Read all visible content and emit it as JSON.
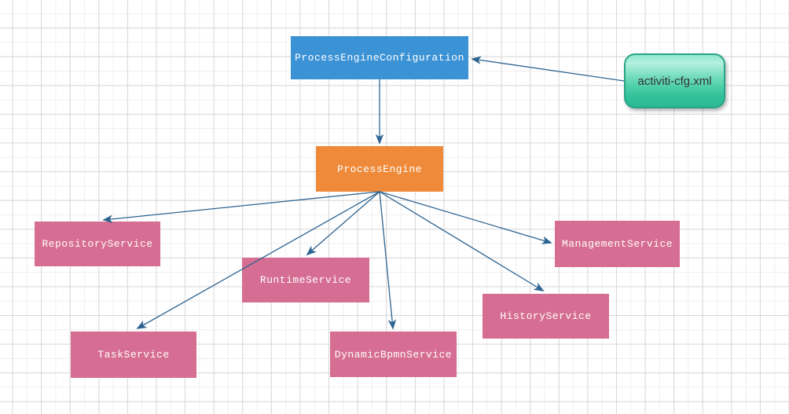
{
  "diagram": {
    "nodes": [
      {
        "id": "process-engine-configuration",
        "label": "ProcessEngineConfiguration",
        "shape": "rectangle",
        "fill": "#3b92d5",
        "text_color": "#ffffff"
      },
      {
        "id": "activiti-cfg-xml",
        "label": "activiti-cfg.xml",
        "shape": "rounded-glossy",
        "fill": "#3cc7a1",
        "border": "#27a485",
        "text_color": "#333333"
      },
      {
        "id": "process-engine",
        "label": "ProcessEngine",
        "shape": "rectangle",
        "fill": "#ee8a3a",
        "text_color": "#ffffff"
      },
      {
        "id": "repository-service",
        "label": "RepositoryService",
        "shape": "rectangle",
        "fill": "#d66d92",
        "text_color": "#ffffff"
      },
      {
        "id": "runtime-service",
        "label": "RuntimeService",
        "shape": "rectangle",
        "fill": "#d66d92",
        "text_color": "#ffffff"
      },
      {
        "id": "task-service",
        "label": "TaskService",
        "shape": "rectangle",
        "fill": "#d66d92",
        "text_color": "#ffffff"
      },
      {
        "id": "dynamic-bpmn-service",
        "label": "DynamicBpmnService",
        "shape": "rectangle",
        "fill": "#d66d92",
        "text_color": "#ffffff"
      },
      {
        "id": "history-service",
        "label": "HistoryService",
        "shape": "rectangle",
        "fill": "#d66d92",
        "text_color": "#ffffff"
      },
      {
        "id": "management-service",
        "label": "ManagementService",
        "shape": "rectangle",
        "fill": "#d66d92",
        "text_color": "#ffffff"
      }
    ],
    "edges": [
      {
        "from": "activiti-cfg-xml",
        "to": "process-engine-configuration"
      },
      {
        "from": "process-engine-configuration",
        "to": "process-engine"
      },
      {
        "from": "process-engine",
        "to": "repository-service"
      },
      {
        "from": "process-engine",
        "to": "task-service"
      },
      {
        "from": "process-engine",
        "to": "runtime-service"
      },
      {
        "from": "process-engine",
        "to": "dynamic-bpmn-service"
      },
      {
        "from": "process-engine",
        "to": "history-service"
      },
      {
        "from": "process-engine",
        "to": "management-service"
      }
    ],
    "colors": {
      "arrow": "#2e6491",
      "grid_major": "#d8d8d8",
      "grid_minor": "#efefef",
      "canvas_background": "#ffffff"
    }
  }
}
